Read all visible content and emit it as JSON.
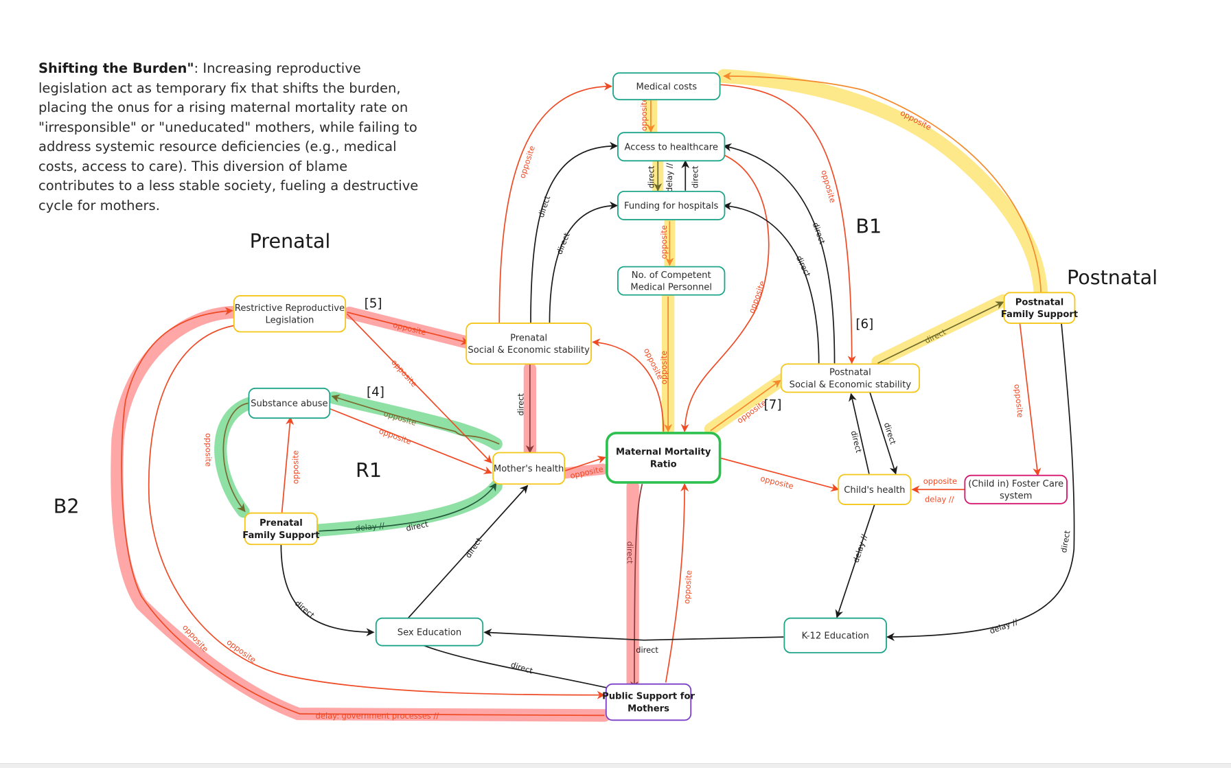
{
  "description": {
    "title": "Shifting the Burden\"",
    "body": ": Increasing reproductive legislation act as temporary fix that shifts the burden, placing the onus for a rising maternal mortality rate on \"irresponsible\" or \"uneducated\" mothers, while failing to address  systemic resource deficiencies (e.g., medical costs, access to care). This diversion of blame contributes to a less stable society, fueling a destructive cycle for mothers."
  },
  "regions": {
    "prenatal": "Prenatal",
    "postnatal": "Postnatal",
    "b1": "B1",
    "b2": "B2",
    "r1": "R1"
  },
  "refs": {
    "r4": "[4]",
    "r5": "[5]",
    "r6": "[6]",
    "r7": "[7]"
  },
  "colors": {
    "teal": "#1fa58a",
    "yellow": "#f5c518",
    "green": "#2ec04f",
    "magenta": "#d4166f",
    "purple": "#7a3fc8",
    "opposite": "#f04a25",
    "direct": "#1a1a1a",
    "highlight_yellow": "#fde98a",
    "highlight_red": "#ffa6a6",
    "highlight_green": "#8fe0a5"
  },
  "nodes": {
    "medical_costs": {
      "lines": [
        "Medical costs"
      ]
    },
    "access_healthcare": {
      "lines": [
        "Access to healthcare"
      ]
    },
    "funding_hospitals": {
      "lines": [
        "Funding for hospitals"
      ]
    },
    "competent_personnel": {
      "lines": [
        "No. of Competent",
        "Medical Personnel"
      ]
    },
    "restrictive_legislation": {
      "lines": [
        "Restrictive Reproductive",
        "Legislation"
      ]
    },
    "prenatal_stability": {
      "lines": [
        "Prenatal",
        "Social & Economic stability"
      ]
    },
    "substance_abuse": {
      "lines": [
        "Substance abuse"
      ]
    },
    "mothers_health": {
      "lines": [
        "Mother's health"
      ]
    },
    "mmr": {
      "lines": [
        "Maternal Mortality",
        "Ratio"
      ]
    },
    "prenatal_family_support": {
      "lines": [
        "Prenatal",
        "Family Support"
      ]
    },
    "postnatal_stability": {
      "lines": [
        "Postnatal",
        "Social & Economic stability"
      ]
    },
    "postnatal_family_support": {
      "lines": [
        "Postnatal",
        "Family Support"
      ]
    },
    "childs_health": {
      "lines": [
        "Child's health"
      ]
    },
    "foster_care": {
      "lines": [
        "(Child in) Foster Care",
        "system"
      ]
    },
    "sex_education": {
      "lines": [
        "Sex Education"
      ]
    },
    "k12_education": {
      "lines": [
        "K-12 Education"
      ]
    },
    "public_support": {
      "lines": [
        "Public Support for",
        "Mothers"
      ]
    }
  },
  "edge_labels": {
    "opposite": "opposite",
    "direct": "direct",
    "delay": "delay //",
    "delay_gov": "delay: government processes //"
  }
}
